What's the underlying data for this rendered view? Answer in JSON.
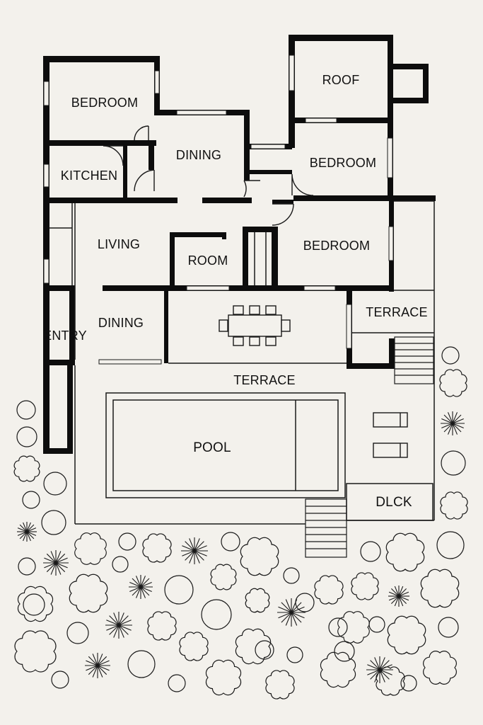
{
  "plan": {
    "colors": {
      "background": "#f3f1ec",
      "wall": "#0d0d0d",
      "line": "#1a1a1a"
    },
    "labels": {
      "bedroom_top_left": "BEDROOM",
      "roof": "ROOF",
      "dining_top": "DINING",
      "bedroom_right_upper": "BEDROOM",
      "kitchen": "KITCHEN",
      "living": "LIVING",
      "room": "ROOM",
      "bedroom_right_lower": "BEDROOM",
      "terrace_right": "TERRACE",
      "dining_lower": "DINING",
      "entry": "ENTRY",
      "terrace_main": "TERRACE",
      "pool": "POOL",
      "deck": "DLCK"
    }
  }
}
